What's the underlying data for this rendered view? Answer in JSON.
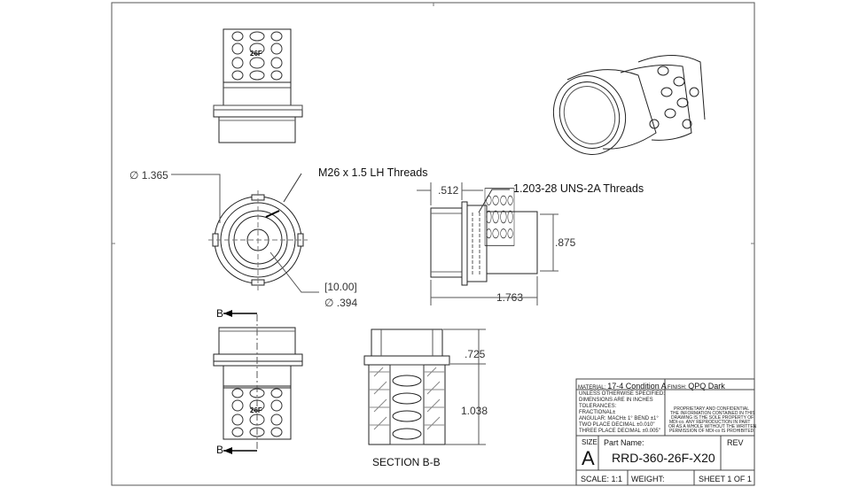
{
  "notes": {
    "thread_left": "M26 x 1.5 LH Threads",
    "thread_right": "1.203-28 UNS-2A Threads",
    "section_caption": "SECTION B-B",
    "section_marker": "B",
    "engraving": "26F"
  },
  "dimensions": {
    "diameter_outer": "∅ 1.365",
    "bracket_mm": "[10.00]",
    "diameter_bore": "∅ .394",
    "length_shoulder": ".512",
    "diameter_body": ".875",
    "length_overall": "1.763",
    "length_section_top": ".725",
    "length_section_bottom": "1.038"
  },
  "title_block": {
    "material_label": "MATERIAL:",
    "material_value": "17-4 Condition A",
    "finish_label": "FINISH:",
    "finish_value": "QPQ Dark",
    "spec_lines": [
      "UNLESS OTHERWISE SPECIFIED:",
      "DIMENSIONS ARE IN INCHES",
      "TOLERANCES:",
      "FRACTIONAL±",
      "ANGULAR: MACH± 1°  BEND ±1°",
      "TWO PLACE DECIMAL    ±0.010\"",
      "THREE PLACE DECIMAL  ±0.005\""
    ],
    "proprietary_lines": [
      "PROPRIETARY AND CONFIDENTIAL",
      "THE INFORMATION CONTAINED IN THIS",
      "DRAWING IS THE SOLE PROPERTY OF",
      "MDI-co. ANY REPRODUCTION IN PART",
      "OR AS A WHOLE WITHOUT THE WRITTEN",
      "PERMISSION OF MDI-co IS PROHIBITED."
    ],
    "size_label": "SIZE",
    "size_value": "A",
    "part_name_label": "Part Name:",
    "part_number": "RRD-360-26F-X20",
    "rev_label": "REV",
    "scale": "SCALE: 1:1",
    "weight": "WEIGHT:",
    "sheet": "SHEET 1 OF 1"
  }
}
